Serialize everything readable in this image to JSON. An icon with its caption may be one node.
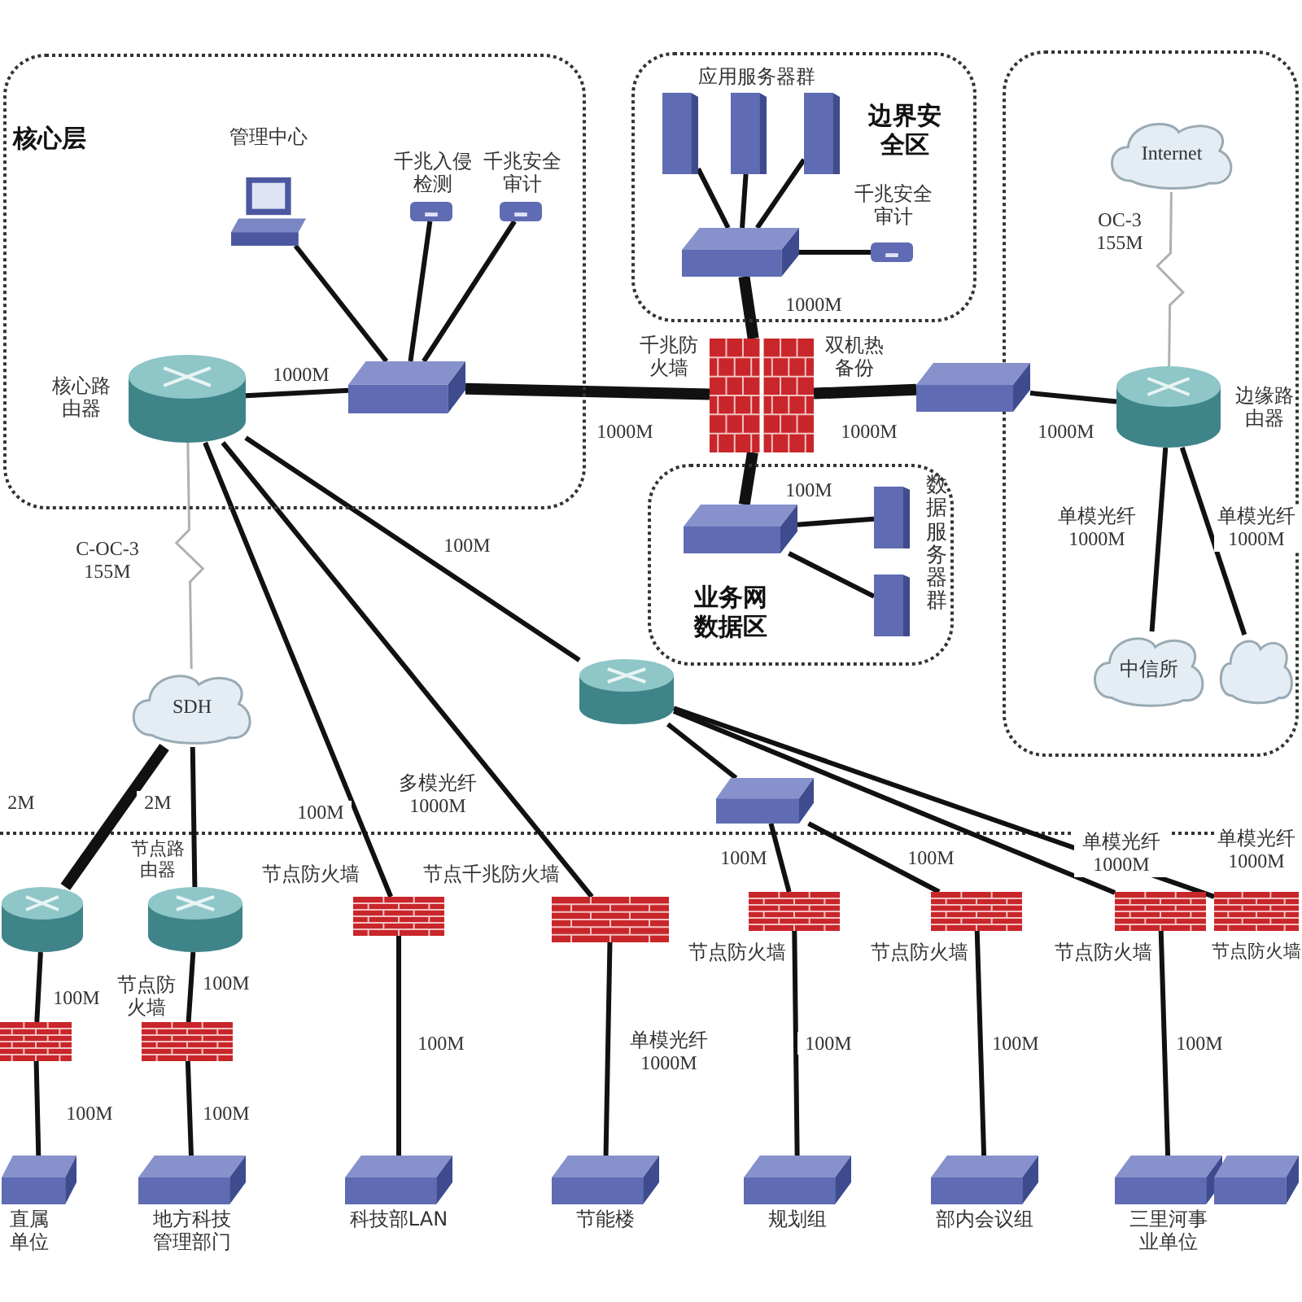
{
  "diagram": {
    "nodes": [
      {
        "text": [
          "核心层"
        ]
      },
      {
        "text": [
          "边界安全区"
        ]
      },
      {
        "text": [
          "业务网数据区"
        ]
      },
      {
        "text": [],
        "shape": "box"
      },
      {
        "text": [
          "管理中心"
        ],
        "in": 0
      },
      {
        "text": [
          "千兆入侵检测"
        ],
        "in": 0
      },
      {
        "text": [
          "千兆安全审计"
        ],
        "in": 0
      },
      {
        "text": [
          "核心路由器"
        ],
        "in": 0
      },
      {
        "text": [],
        "shape": "switch",
        "in": 0
      },
      {
        "text": [],
        "shape": "server",
        "in": 1
      },
      {
        "text": [],
        "shape": "server",
        "in": 1
      },
      {
        "text": [],
        "shape": "server",
        "in": 1
      },
      {
        "text": [],
        "shape": "switch",
        "in": 1
      },
      {
        "text": [
          "千兆安全审计"
        ],
        "in": 1
      },
      {
        "text": [
          "千兆防火墙"
        ],
        "beside": [
          "双机热备份"
        ]
      },
      {
        "text": [],
        "shape": "switch"
      },
      {
        "text": [],
        "shape": "switch",
        "in": 2
      },
      {
        "text": [],
        "shape": "server",
        "in": 2
      },
      {
        "text": [],
        "shape": "server",
        "in": 2
      },
      {
        "text": [
          "Internet"
        ],
        "in": 3
      },
      {
        "text": [
          "边缘路由器"
        ],
        "in": 3
      },
      {
        "text": [
          "中信所"
        ],
        "in": 3
      },
      {
        "text": [],
        "shape": "cloud",
        "in": 3
      },
      {
        "text": [
          "SDH"
        ]
      },
      {
        "text": [],
        "shape": "router"
      },
      {
        "text": [],
        "shape": "switch"
      },
      {
        "text": [],
        "shape": "router"
      },
      {
        "text": [
          "节点路由器"
        ]
      },
      {
        "text": [],
        "shape": "firewall"
      },
      {
        "text": [
          "节点防火墙"
        ]
      },
      {
        "text": [
          "节点防火墙"
        ]
      },
      {
        "text": [
          "节点千兆防火墙"
        ]
      },
      {
        "text": [
          "节点防火墙"
        ]
      },
      {
        "text": [
          "节点防火墙"
        ]
      },
      {
        "text": [
          "节点防火墙"
        ]
      },
      {
        "text": [
          "节点防火墙"
        ]
      },
      {
        "text": [
          "直属单位"
        ]
      },
      {
        "text": [
          "地方科技管理部门"
        ]
      },
      {
        "text": [
          "科技部LAN"
        ]
      },
      {
        "text": [
          "节能楼"
        ]
      },
      {
        "text": [
          "规划组"
        ]
      },
      {
        "text": [
          "部内会议组"
        ]
      },
      {
        "text": [
          "三里河事业单位"
        ]
      },
      {
        "text": [],
        "shape": "switch"
      }
    ],
    "edges": [
      {
        "from": 4,
        "to": 8,
        "arrow": "none"
      },
      {
        "from": 5,
        "to": 8,
        "arrow": "none"
      },
      {
        "from": 6,
        "to": 8,
        "arrow": "none"
      },
      {
        "from": 7,
        "to": 8,
        "arrow": "none",
        "label": "1000M"
      },
      {
        "from": 8,
        "to": 14,
        "arrow": "none",
        "label": "1000M",
        "style": "thick"
      },
      {
        "from": 9,
        "to": 12,
        "arrow": "none"
      },
      {
        "from": 10,
        "to": 12,
        "arrow": "none"
      },
      {
        "from": 11,
        "to": 12,
        "arrow": "none"
      },
      {
        "from": 13,
        "to": 12,
        "arrow": "none"
      },
      {
        "from": 12,
        "to": 14,
        "arrow": "none",
        "label": "1000M",
        "style": "thick"
      },
      {
        "from": 14,
        "to": 16,
        "arrow": "none",
        "label": "100M",
        "style": "thick"
      },
      {
        "from": 16,
        "to": 17,
        "arrow": "none"
      },
      {
        "from": 16,
        "to": 18,
        "arrow": "none"
      },
      {
        "from": 14,
        "to": 15,
        "arrow": "none",
        "label": "1000M",
        "style": "thick"
      },
      {
        "from": 15,
        "to": 20,
        "arrow": "none",
        "label": "1000M"
      },
      {
        "from": 19,
        "to": 20,
        "arrow": "none",
        "label": "OC-3 155M",
        "color": "#b0b0b0"
      },
      {
        "from": 20,
        "to": 21,
        "arrow": "none",
        "label": "单模光纤 1000M"
      },
      {
        "from": 20,
        "to": 22,
        "arrow": "none",
        "label": "单模光纤 1000M"
      },
      {
        "from": 7,
        "to": 23,
        "arrow": "none",
        "label": "C-OC-3 155M",
        "color": "#b0b0b0"
      },
      {
        "from": 23,
        "to": 26,
        "arrow": "none",
        "label": "2M",
        "style": "thick"
      },
      {
        "from": 23,
        "to": 27,
        "arrow": "none",
        "label": "2M"
      },
      {
        "from": 7,
        "to": 30,
        "arrow": "none",
        "label": "100M"
      },
      {
        "from": 7,
        "to": 31,
        "arrow": "none",
        "label": "多模光纤 1000M"
      },
      {
        "from": 7,
        "to": 24,
        "arrow": "none",
        "label": "100M"
      },
      {
        "from": 24,
        "to": 25,
        "arrow": "none"
      },
      {
        "from": 24,
        "to": 34,
        "arrow": "none",
        "label": "单模光纤 1000M"
      },
      {
        "from": 24,
        "to": 35,
        "arrow": "none",
        "label": "单模光纤 1000M"
      },
      {
        "from": 25,
        "to": 32,
        "arrow": "none",
        "label": "100M"
      },
      {
        "from": 25,
        "to": 33,
        "arrow": "none",
        "label": "100M"
      },
      {
        "from": 26,
        "to": 28,
        "arrow": "none",
        "label": "100M"
      },
      {
        "from": 27,
        "to": 29,
        "arrow": "none",
        "label": "100M"
      },
      {
        "from": 28,
        "to": 36,
        "arrow": "none",
        "label": "100M"
      },
      {
        "from": 29,
        "to": 37,
        "arrow": "none",
        "label": "100M"
      },
      {
        "from": 30,
        "to": 38,
        "arrow": "none",
        "label": "100M"
      },
      {
        "from": 31,
        "to": 39,
        "arrow": "none",
        "label": "单模光纤 1000M"
      },
      {
        "from": 32,
        "to": 40,
        "arrow": "none",
        "label": "100M"
      },
      {
        "from": 33,
        "to": 41,
        "arrow": "none",
        "label": "100M"
      },
      {
        "from": 34,
        "to": 42,
        "arrow": "none",
        "label": "100M"
      }
    ],
    "labels": [
      "应用服务器群",
      "数据服务器群"
    ]
  }
}
